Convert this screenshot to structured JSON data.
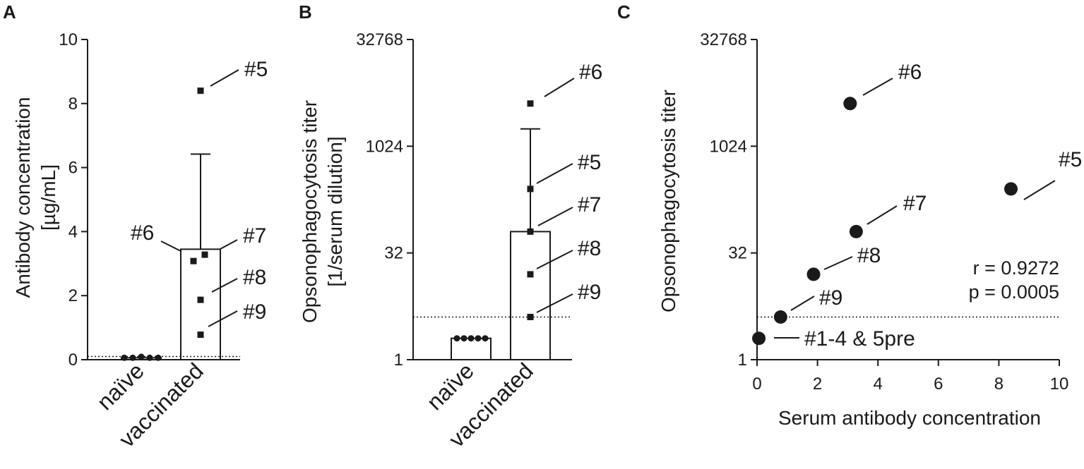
{
  "chart_data": [
    {
      "panel": "A",
      "type": "bar",
      "ylabel": [
        "Antibody concentration",
        "[µg/mL]"
      ],
      "ylim": [
        0,
        10
      ],
      "yticks": [
        "0",
        "2",
        "4",
        "6",
        "8",
        "10"
      ],
      "categories": [
        "naïve",
        "vaccinated"
      ],
      "bar_means": [
        0.06,
        3.45
      ],
      "error_upper": [
        null,
        6.42
      ],
      "detection_limit": 0.1,
      "points": [
        {
          "group": "naïve",
          "values": [
            0.06,
            0.06,
            0.09,
            0.06,
            0.06
          ]
        },
        {
          "group": "vaccinated",
          "values": [
            8.4,
            3.08,
            3.28,
            1.87,
            0.78
          ]
        }
      ],
      "annotations": [
        "#5",
        "#6",
        "#7",
        "#8",
        "#9"
      ]
    },
    {
      "panel": "B",
      "type": "bar",
      "ylabel": [
        "Opsonophagocytosis titer",
        "[1/serum dilution]"
      ],
      "yscale": "log2",
      "ylim": [
        1,
        32768
      ],
      "yticks": [
        "1",
        "32",
        "1024",
        "32768"
      ],
      "categories": [
        "naïve",
        "vaccinated"
      ],
      "bar_means": [
        2,
        64
      ],
      "error_upper": [
        null,
        1800
      ],
      "detection_limit": 4,
      "points": [
        {
          "group": "naïve",
          "values": [
            2,
            2,
            2,
            2,
            2
          ]
        },
        {
          "group": "vaccinated",
          "values": [
            4096,
            256,
            64,
            16,
            4
          ]
        }
      ],
      "annotations": [
        "#6",
        "#5",
        "#7",
        "#8",
        "#9"
      ]
    },
    {
      "panel": "C",
      "type": "scatter",
      "xlabel": "Serum antibody concentration",
      "ylabel": "Opsonophagocytosis titer",
      "xlim": [
        0,
        10
      ],
      "xticks": [
        "0",
        "2",
        "4",
        "6",
        "8",
        "10"
      ],
      "yscale": "log2",
      "ylim": [
        1,
        32768
      ],
      "yticks": [
        "1",
        "32",
        "1024",
        "32768"
      ],
      "detection_limit": 4,
      "points": [
        {
          "label": "#1-4 & 5pre",
          "x": 0.06,
          "y": 2
        },
        {
          "label": "#9",
          "x": 0.78,
          "y": 4
        },
        {
          "label": "#8",
          "x": 1.87,
          "y": 16
        },
        {
          "label": "#7",
          "x": 3.28,
          "y": 64
        },
        {
          "label": "#6",
          "x": 3.08,
          "y": 4096
        },
        {
          "label": "#5",
          "x": 8.4,
          "y": 256
        }
      ],
      "stats": [
        "r = 0.9272",
        "p = 0.0005"
      ]
    }
  ]
}
